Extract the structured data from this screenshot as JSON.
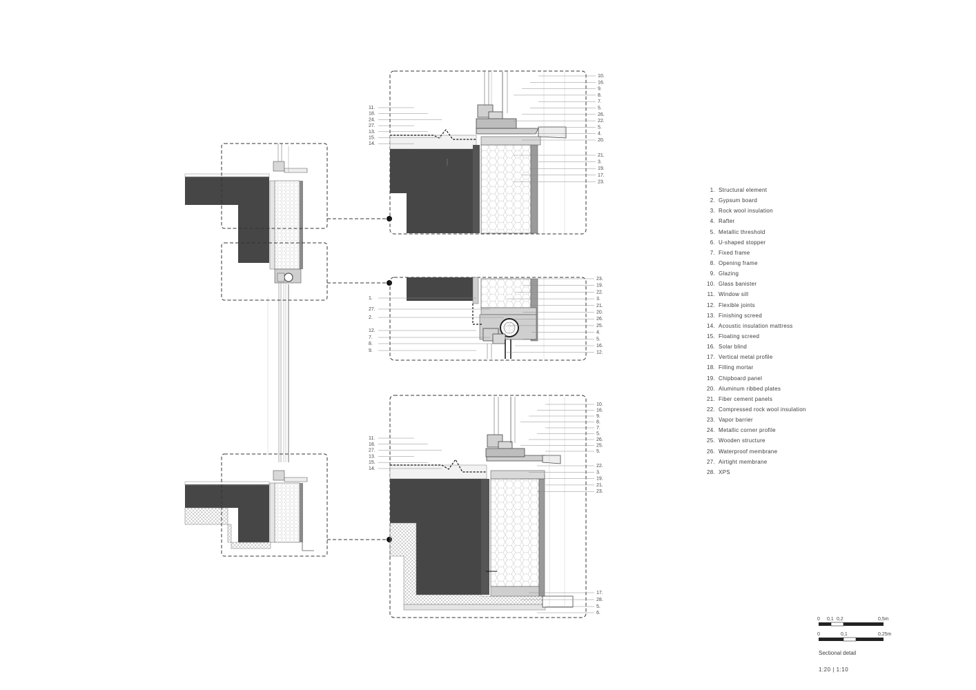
{
  "legend": [
    {
      "num": "1.",
      "text": "Structural element"
    },
    {
      "num": "2.",
      "text": "Gypsum board"
    },
    {
      "num": "3.",
      "text": "Rock wool insulation"
    },
    {
      "num": "4.",
      "text": "Rafter"
    },
    {
      "num": "5.",
      "text": "Metallic threshold"
    },
    {
      "num": "6.",
      "text": "U-shaped stopper"
    },
    {
      "num": "7.",
      "text": "Fixed frame"
    },
    {
      "num": "8.",
      "text": "Opening frame"
    },
    {
      "num": "9.",
      "text": "Glazing"
    },
    {
      "num": "10.",
      "text": "Glass banister"
    },
    {
      "num": "11.",
      "text": "Window sill"
    },
    {
      "num": "12.",
      "text": "Flexible joints"
    },
    {
      "num": "13.",
      "text": "Finishing screed"
    },
    {
      "num": "14.",
      "text": "Acoustic insulation mattress"
    },
    {
      "num": "15.",
      "text": "Floating screed"
    },
    {
      "num": "16.",
      "text": "Solar blind"
    },
    {
      "num": "17.",
      "text": "Vertical metal profile"
    },
    {
      "num": "18.",
      "text": "Filling mortar"
    },
    {
      "num": "19.",
      "text": "Chipboard panel"
    },
    {
      "num": "20.",
      "text": "Aluminum ribbed plates"
    },
    {
      "num": "21.",
      "text": "Fiber cement panels"
    },
    {
      "num": "22.",
      "text": "Compressed rock wool insulation"
    },
    {
      "num": "23.",
      "text": "Vapor barrier"
    },
    {
      "num": "24.",
      "text": "Metallic corner profile"
    },
    {
      "num": "25.",
      "text": "Wooden structure"
    },
    {
      "num": "26.",
      "text": "Waterproof membrane"
    },
    {
      "num": "27.",
      "text": "Airtight membrane"
    },
    {
      "num": "28.",
      "text": "XPS"
    }
  ],
  "scalebar_1": {
    "t0": "0",
    "t1": "0,1",
    "t2": "0,2",
    "t3": "0,5m"
  },
  "scalebar_2": {
    "t0": "0",
    "t1": "0,1",
    "t2": "0,25m"
  },
  "caption": "Sectional detail",
  "scale_text": "1:20  |  1:10",
  "detail_top": {
    "left_tags": [
      "11.",
      "18.",
      "24.",
      "27.",
      "13.",
      "15.",
      "14."
    ],
    "right_tags": [
      "10.",
      "16.",
      "9.",
      "8.",
      "7.",
      "5.",
      "26.",
      "22.",
      "5.",
      "4.",
      "20.",
      "21.",
      "3.",
      "19.",
      "17.",
      "23."
    ]
  },
  "detail_mid": {
    "left_tags": [
      "1.",
      "27.",
      "2.",
      "12.",
      "7.",
      "8.",
      "9."
    ],
    "right_tags": [
      "23.",
      "19.",
      "22.",
      "3.",
      "21.",
      "20.",
      "26.",
      "25.",
      "4.",
      "5.",
      "16.",
      "12."
    ]
  },
  "detail_bot": {
    "left_tags": [
      "11.",
      "18.",
      "27.",
      "13.",
      "15.",
      "14."
    ],
    "right_tags": [
      "10.",
      "16.",
      "9.",
      "8.",
      "7.",
      "5.",
      "26.",
      "25.",
      "5.",
      "22.",
      "3.",
      "19.",
      "21.",
      "23.",
      "17.",
      "28.",
      "5.",
      "6."
    ]
  },
  "colors": {
    "concrete": "#464646",
    "insulation": "#f4f4f4",
    "line": "#555555",
    "xps": "#cfcfcf"
  }
}
